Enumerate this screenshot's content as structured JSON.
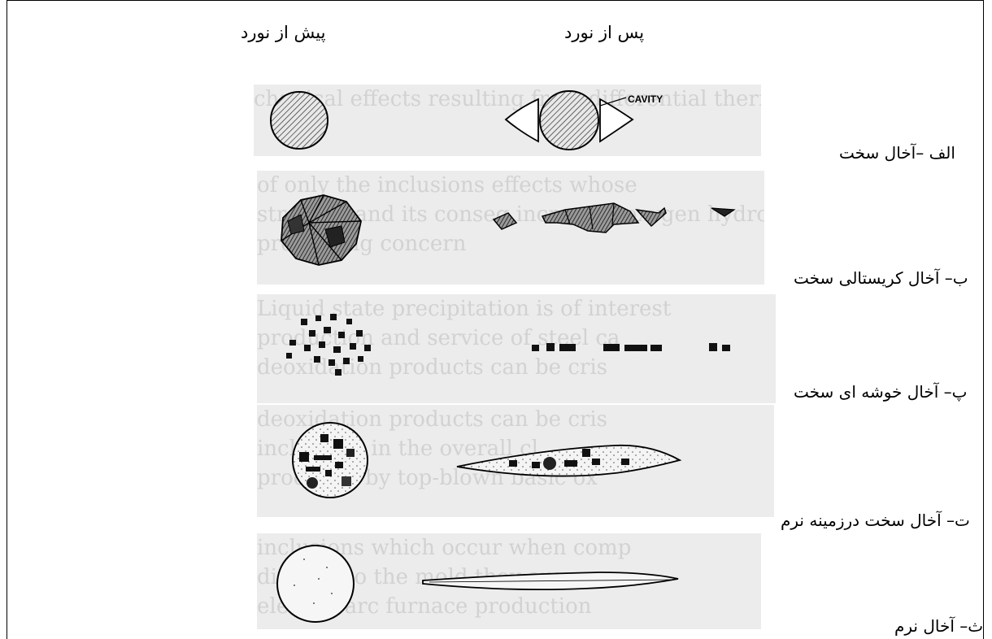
{
  "headers": {
    "before": "پیش از نورد",
    "after": "پس از نورد"
  },
  "rows": [
    {
      "label": "الف –آخال سخت"
    },
    {
      "label": "ب– آخال کریستالی سخت"
    },
    {
      "label": "پ– آخال خوشه ای سخت"
    },
    {
      "label": "ت– آخال سخت درزمینه نرم"
    },
    {
      "label": "ث– آخال نرم"
    }
  ],
  "annotations": {
    "cavity": "CAVITY"
  }
}
